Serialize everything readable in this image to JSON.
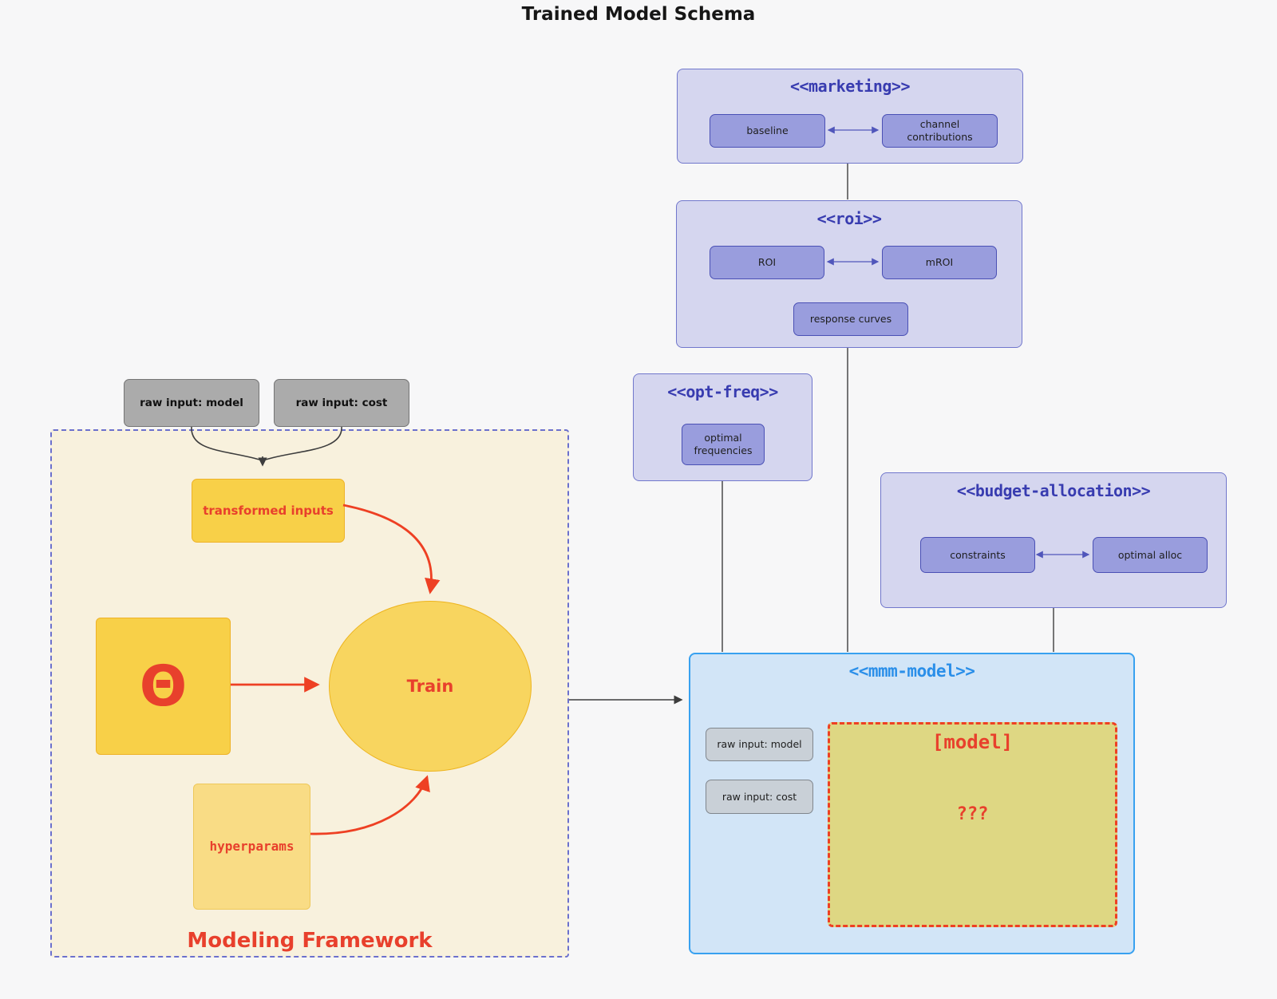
{
  "diagram_title": "Trained Model Schema",
  "clusters": {
    "marketing": {
      "title": "<<marketing>>",
      "nodes": {
        "baseline": "baseline",
        "channel": "channel contributions"
      }
    },
    "roi": {
      "title": "<<roi>>",
      "nodes": {
        "roi": "ROI",
        "mroi": "mROI",
        "response": "response curves"
      }
    },
    "opt_freq": {
      "title": "<<opt-freq>>",
      "nodes": {
        "optimal_frequencies": "optimal frequencies"
      }
    },
    "budget": {
      "title": "<<budget-allocation>>",
      "nodes": {
        "constraints": "constraints",
        "optimal_alloc": "optimal alloc"
      }
    },
    "mmm": {
      "title": "<<mmm-model>>",
      "nodes": {
        "raw_model": "raw input: model",
        "raw_cost": "raw input: cost",
        "model_label": "[model]",
        "model_placeholder": "???"
      }
    },
    "framework": {
      "label": "Modeling Framework",
      "nodes": {
        "raw_model": "raw input: model",
        "raw_cost": "raw input: cost",
        "transformed": "transformed inputs",
        "theta": "Θ",
        "train": "Train",
        "hyperparams": "hyperparams"
      }
    }
  },
  "colors": {
    "page_bg": "#f7f7f8",
    "cluster_lavender": "#d5d6ef",
    "cluster_lavender_border": "#7177cc",
    "cluster_title_purple": "#383cb0",
    "node_purple": "#999ddd",
    "node_purple_border": "#4a50b5",
    "mmm_fill": "#d2e5f7",
    "mmm_border": "#38a1f0",
    "mmm_title": "#2b8fe9",
    "framework_fill": "#f8f1dd",
    "framework_border": "#6b70cd",
    "node_yellow": "#f8d048",
    "node_yellow_light": "#f9dc85",
    "train_fill": "#f8d55f",
    "model_box_fill": "#ded783",
    "accent_red": "#e8402c",
    "arrow_red": "#ee4023",
    "node_gray": "#ababab",
    "node_gray_light": "#c9d0d7",
    "connector_gray": "#4a4a4a"
  }
}
